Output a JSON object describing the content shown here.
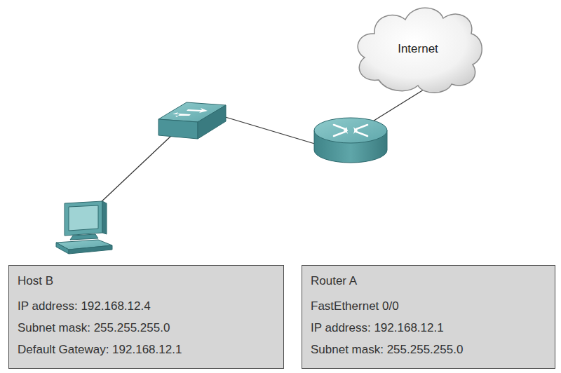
{
  "diagram": {
    "nodes": [
      {
        "text": [
          "Internet"
        ]
      },
      {
        "text": [
          "Host B",
          "IP address: 192.168.12.4",
          "Subnet mask: 255.255.255.0",
          "Default Gateway: 192.168.12.1"
        ]
      },
      {
        "text": [
          "Router A",
          "FastEthernet 0/0",
          "IP address: 192.168.12.1",
          "Subnet mask: 255.255.255.0"
        ]
      }
    ]
  }
}
